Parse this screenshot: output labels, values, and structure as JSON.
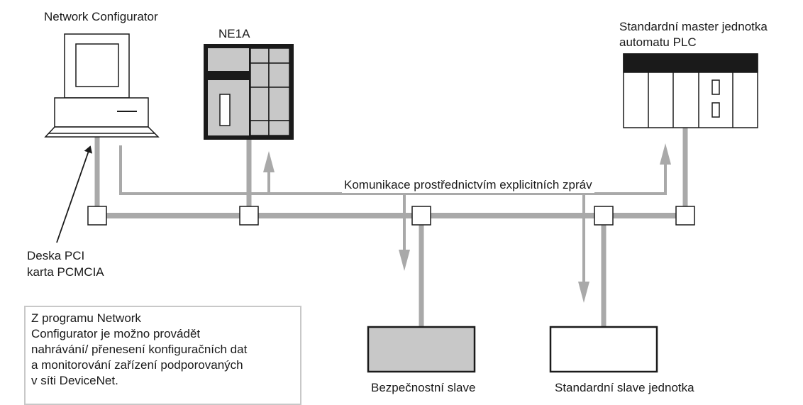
{
  "labels": {
    "network_configurator": "Network Configurator",
    "ne1a": "NE1A",
    "plc_master_line1": "Standardní master jednotka",
    "plc_master_line2": "automatu PLC",
    "explicit_messaging": "Komunikace prostřednictvím explicitních zpráv",
    "pci_board": "Deska PCI",
    "pcmcia_card": "karta PCMCIA",
    "safety_slave": "Bezpečnostní slave",
    "standard_slave": "Standardní slave jednotka"
  },
  "note": {
    "lines": [
      "Z programu Network",
      "Configurator je možno provádět",
      "nahrávání/ přenesení konfiguračních dat",
      "a monitorování zařízení podporovaných",
      "v síti DeviceNet."
    ]
  },
  "colors": {
    "cable": "#a9a9a9",
    "arrow": "#a9a9a9",
    "device_fill": "#c8c8c8",
    "outline": "#1a1a1a",
    "plc_top": "#1a1a1a"
  },
  "icons": {
    "pc": "computer-icon",
    "ne1a": "controller-icon",
    "plc": "plc-rack-icon",
    "node": "tap-node-icon"
  }
}
